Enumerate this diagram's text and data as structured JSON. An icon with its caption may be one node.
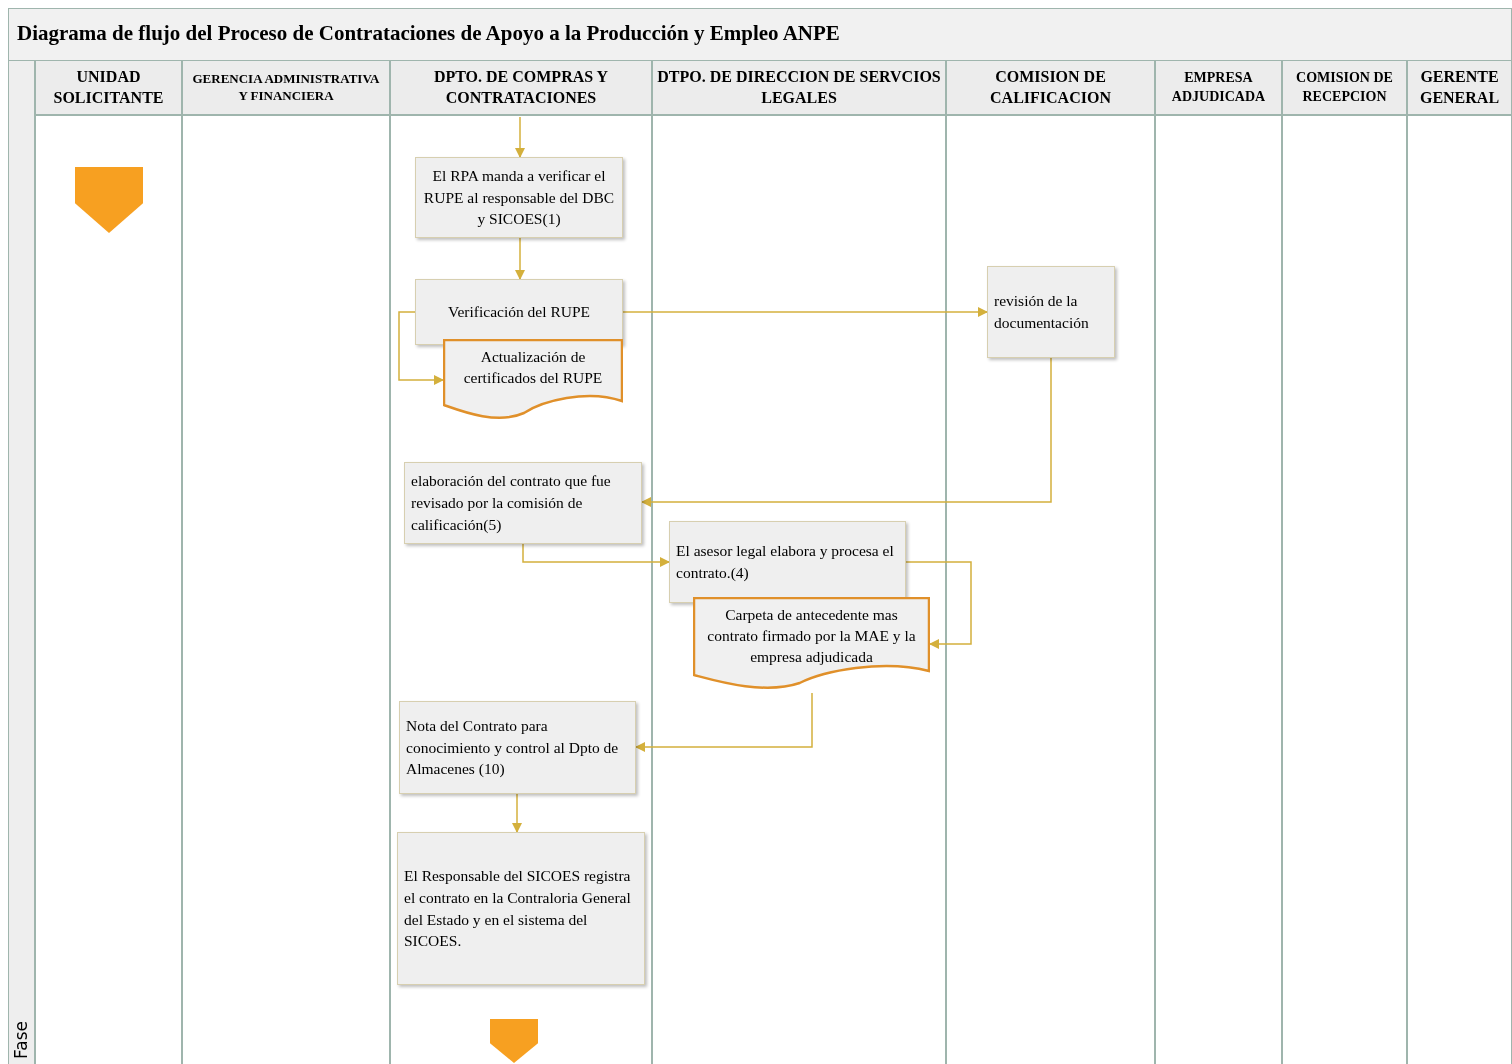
{
  "diagram": {
    "title": "Diagrama de flujo del Proceso de Contrataciones de Apoyo a la Producción y Empleo ANPE",
    "nodes": [
      {
        "text": [
          "Fase"
        ]
      },
      {
        "text": [
          "UNIDAD SOLICITANTE"
        ]
      },
      {
        "text": [
          "GERENCIA ADMINISTRATIVA Y FINANCIERA"
        ]
      },
      {
        "text": [
          "DPTO. DE COMPRAS Y CONTRATACIONES"
        ]
      },
      {
        "text": [
          "DTPO. DE DIRECCION DE SERVCIOS LEGALES"
        ]
      },
      {
        "text": [
          "COMISION DE CALIFICACION"
        ]
      },
      {
        "text": [
          "EMPRESA ADJUDICADA"
        ]
      },
      {
        "text": [
          "COMISION DE RECEPCION"
        ]
      },
      {
        "text": [
          "GERENTE GENERAL"
        ]
      },
      {
        "text": [],
        "shape": "pentagon",
        "in": 1
      },
      {
        "text": [
          "El RPA manda a verificar el RUPE al responsable del DBC y SICOES(1)"
        ],
        "in": 3
      },
      {
        "text": [
          "Verificación del RUPE"
        ],
        "in": 3
      },
      {
        "text": [
          "Actualización de certificados del RUPE"
        ],
        "in": 3
      },
      {
        "text": [
          "revisión de la documentación"
        ],
        "in": 5
      },
      {
        "text": [
          "elaboración del contrato que fue revisado por la comisión de calificación(5)"
        ],
        "in": 3
      },
      {
        "text": [
          "El asesor legal elabora y procesa el contrato.(4)"
        ],
        "in": 4
      },
      {
        "text": [
          "Carpeta de antecedente mas contrato firmado por la MAE y la empresa adjudicada"
        ],
        "in": 4
      },
      {
        "text": [
          "Nota del Contrato para conocimiento y control al Dpto de Almacenes (10)"
        ],
        "in": 3
      },
      {
        "text": [
          "El Responsable del SICOES registra el contrato en la Contraloria General del Estado y en el sistema del SICOES."
        ],
        "in": 3
      },
      {
        "text": [],
        "shape": "pentagon",
        "in": 3
      }
    ],
    "edges": [
      {
        "from": null,
        "to": 10,
        "arrow": "to"
      },
      {
        "from": 10,
        "to": 11,
        "arrow": "to"
      },
      {
        "from": 11,
        "to": 12,
        "arrow": "to"
      },
      {
        "from": 11,
        "to": 13,
        "arrow": "to"
      },
      {
        "from": 13,
        "to": 14,
        "arrow": "to"
      },
      {
        "from": 14,
        "to": 15,
        "arrow": "to"
      },
      {
        "from": 15,
        "to": 16,
        "arrow": "to"
      },
      {
        "from": 16,
        "to": 17,
        "arrow": "to"
      },
      {
        "from": 17,
        "to": 18,
        "arrow": "to"
      }
    ]
  }
}
